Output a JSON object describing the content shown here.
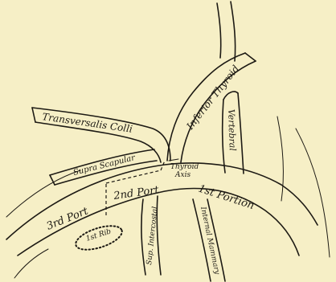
{
  "diagram": {
    "labels": {
      "transversalis_colli": "Transversalis Colli",
      "inferior_thyroid": "Inferior Thyroid",
      "vertebral": "Vertebral",
      "supra_scapular": "Supra Scapular",
      "thyroid_axis_line1": "Thyroid",
      "thyroid_axis_line2": "Axis",
      "portion_1": "1st Portion",
      "portion_2": "2nd Port",
      "portion_3": "3rd Port",
      "first_rib": "1st Rib",
      "sup_intercostal": "Sup. Intercostal",
      "internal_mammary": "Internal Mammary"
    }
  }
}
